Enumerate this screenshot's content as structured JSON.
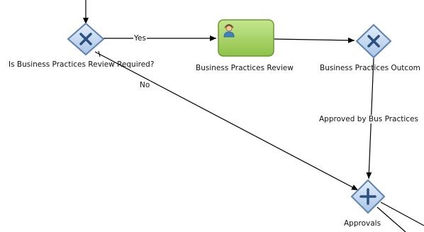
{
  "diagram": {
    "nodes": {
      "gateway_review": {
        "label": "Is Business Practices Review Required?",
        "kind": "exclusive-gateway"
      },
      "task_review": {
        "label": "Business Practices Review",
        "kind": "user-task"
      },
      "gateway_outcome": {
        "label": "Business Practices Outcom",
        "kind": "exclusive-gateway"
      },
      "gateway_approvals": {
        "label": "Approvals",
        "kind": "parallel-gateway"
      }
    },
    "edges": {
      "yes": "Yes",
      "no": "No",
      "approved": "Approved by Bus Practices"
    },
    "colors": {
      "gateway_fill": "#c7dcf2",
      "gateway_stroke": "#5c82b0",
      "gateway_mark": "#2c4f80",
      "task_fill": "#a6d36a",
      "task_stroke": "#6b9a2e",
      "edge": "#000000"
    },
    "icons": {
      "task_review": "user-icon"
    }
  }
}
